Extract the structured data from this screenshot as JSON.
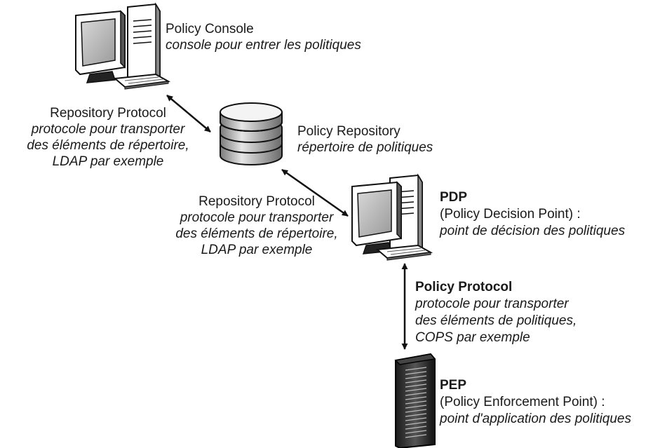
{
  "nodes": {
    "policy_console": {
      "title": "Policy Console",
      "subtitle": "console pour entrer les politiques"
    },
    "policy_repository": {
      "title": "Policy Repository",
      "subtitle": "répertoire de politiques"
    },
    "pdp": {
      "title": "PDP",
      "line2": "(Policy Decision Point) :",
      "subtitle": "point de décision des politiques"
    },
    "pep": {
      "title": "PEP",
      "line2": "(Policy Enforcement Point) :",
      "subtitle": "point d'application des politiques"
    }
  },
  "edges": {
    "console_repository": {
      "title": "Repository Protocol",
      "lines": [
        "protocole pour transporter",
        "des éléments de répertoire,",
        "LDAP par exemple"
      ]
    },
    "repository_pdp": {
      "title": "Repository Protocol",
      "lines": [
        "protocole pour transporter",
        "des éléments de répertoire,",
        "LDAP par exemple"
      ]
    },
    "pdp_pep": {
      "title": "Policy Protocol",
      "lines": [
        "protocole pour transporter",
        "des éléments de politiques,",
        "COPS par exemple"
      ]
    }
  }
}
